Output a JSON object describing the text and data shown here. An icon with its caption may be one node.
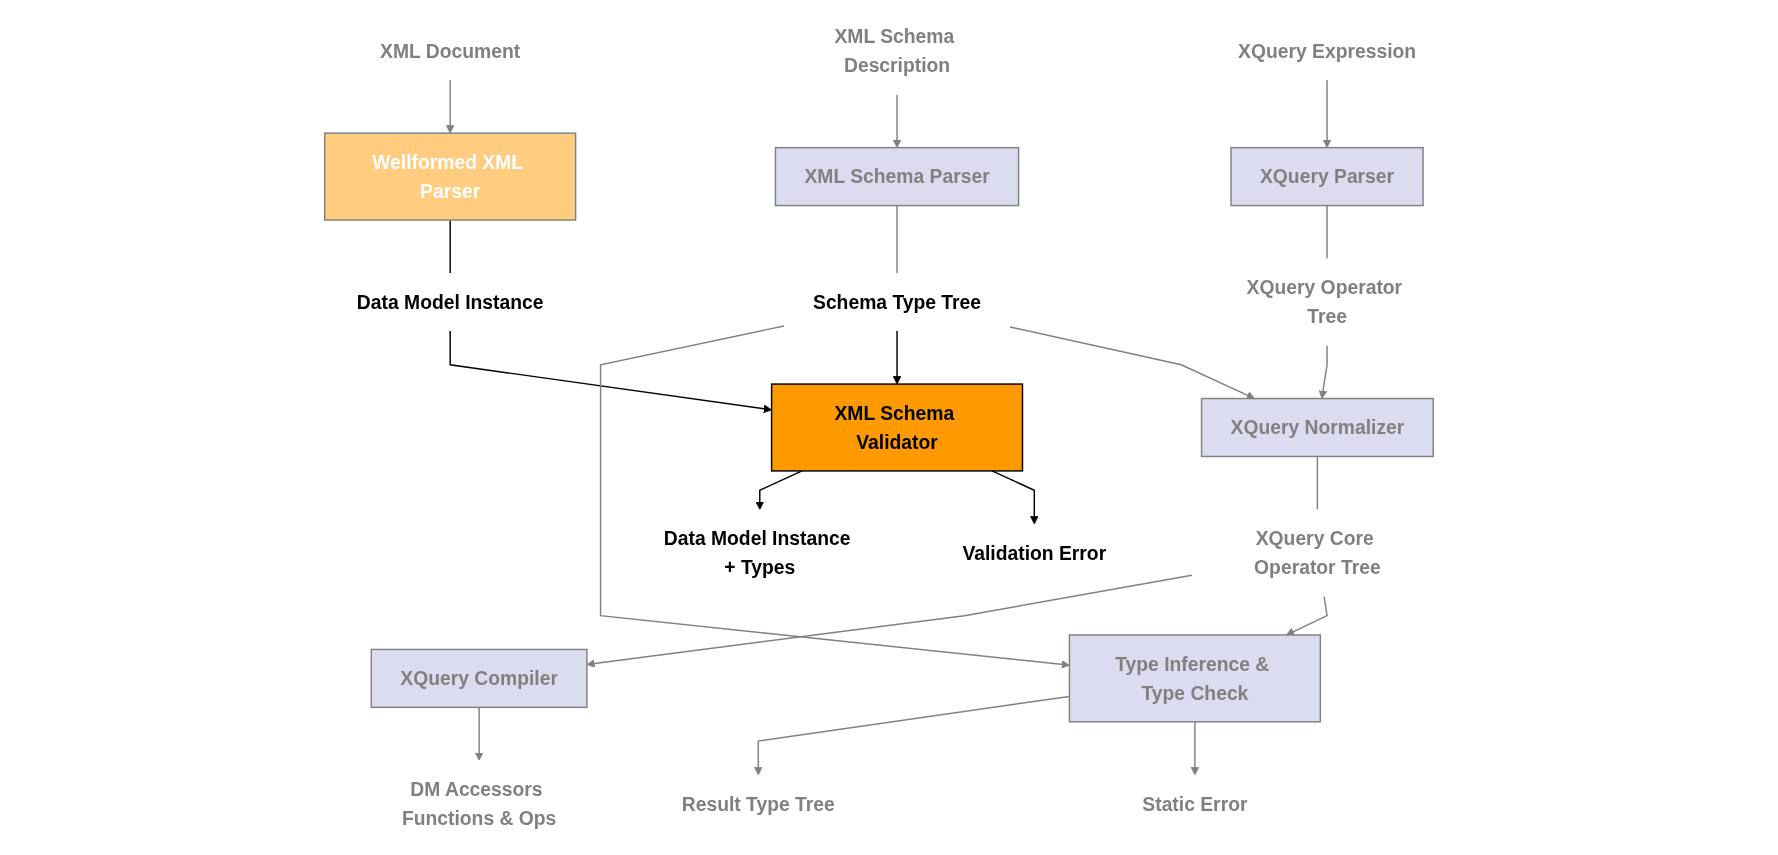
{
  "diagram": {
    "nodes": [
      {
        "text": [
          "XQuery Expression"
        ]
      },
      {
        "text": [
          "XML Schema Description"
        ]
      },
      {
        "text": [
          "XML Document"
        ]
      },
      {
        "text": [
          "XQuery Parser"
        ]
      },
      {
        "text": [
          "XML Schema Parser"
        ]
      },
      {
        "text": [
          "Wellformed XML Parser"
        ]
      },
      {
        "text": [
          "XQuery Operator Tree"
        ]
      },
      {
        "text": [
          "Schema Type Tree"
        ]
      },
      {
        "text": [
          "Data Model Instance"
        ]
      },
      {
        "text": [
          "XQuery Normalizer"
        ]
      },
      {
        "text": [
          "Type Inference & Type Check"
        ]
      },
      {
        "text": [
          "Static Error"
        ]
      },
      {
        "text": [
          "XML Schema Validator"
        ]
      },
      {
        "text": [
          "Validation Error"
        ]
      },
      {
        "text": [
          "XQuery Core Operator Tree"
        ]
      },
      {
        "text": [
          "Result Type Tree"
        ]
      },
      {
        "text": [
          "Data Model Instance + Types"
        ]
      },
      {
        "text": [
          "XQuery Compiler"
        ]
      },
      {
        "text": [
          "DM Accessors Functions & Ops"
        ]
      }
    ],
    "edges": [
      {
        "from": 0,
        "to": 3,
        "arrow": "to"
      },
      {
        "from": 1,
        "to": 4,
        "arrow": "to"
      },
      {
        "from": 2,
        "to": 5,
        "arrow": "to"
      },
      {
        "from": 3,
        "to": 6,
        "arrow": "none"
      },
      {
        "from": 4,
        "to": 7,
        "arrow": "none"
      },
      {
        "from": 5,
        "to": 8,
        "arrow": "none",
        "color": "#000000"
      },
      {
        "from": 6,
        "to": 9,
        "arrow": "to"
      },
      {
        "from": 7,
        "to": 9,
        "arrow": "to"
      },
      {
        "from": 7,
        "to": 12,
        "arrow": "to",
        "color": "#000000"
      },
      {
        "from": 8,
        "to": 12,
        "arrow": "to",
        "color": "#000000"
      },
      {
        "from": 7,
        "to": 10,
        "arrow": "to"
      },
      {
        "from": 9,
        "to": 14,
        "arrow": "none"
      },
      {
        "from": 14,
        "to": 10,
        "arrow": "to"
      },
      {
        "from": 10,
        "to": 11,
        "arrow": "to"
      },
      {
        "from": 10,
        "to": 15,
        "arrow": "to"
      },
      {
        "from": 12,
        "to": 13,
        "arrow": "to",
        "color": "#000000"
      },
      {
        "from": 12,
        "to": 16,
        "arrow": "to",
        "color": "#000000"
      },
      {
        "from": 14,
        "to": 17,
        "arrow": "to"
      },
      {
        "from": 17,
        "to": 18,
        "arrow": "to"
      }
    ]
  }
}
